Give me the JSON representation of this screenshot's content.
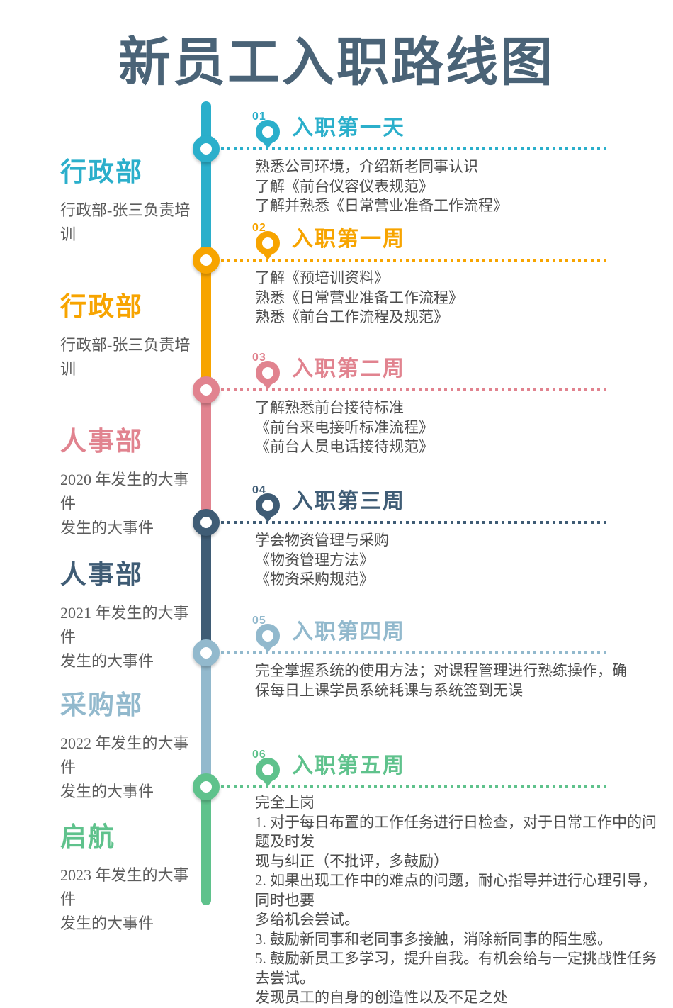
{
  "page": {
    "title": "新员工入职路线图",
    "title_color": "#4A6377"
  },
  "colors": {
    "stage1_teal": "#2BAFCB",
    "stage2_orange": "#F7A400",
    "stage3_pink": "#E1838F",
    "stage4_darkslate": "#3F5C75",
    "stage5_steelblue": "#92B9CD",
    "stage6_green": "#5FC28C",
    "body_text": "#4D4D4D",
    "subtitle_text": "#5C5C5C"
  },
  "stages": [
    {
      "number": "01",
      "title": "入职第一天",
      "color": "#2BAFCB",
      "body": [
        "熟悉公司环境，介绍新老同事认识",
        "了解《前台仪容仪表规范》",
        "了解并熟悉《日常营业准备工作流程》"
      ]
    },
    {
      "number": "02",
      "title": "入职第一周",
      "color": "#F7A400",
      "body": [
        "了解《预培训资料》",
        "熟悉《日常营业准备工作流程》",
        "熟悉《前台工作流程及规范》"
      ]
    },
    {
      "number": "03",
      "title": "入职第二周",
      "color": "#E1838F",
      "body": [
        "了解熟悉前台接待标准",
        "《前台来电接听标准流程》",
        "《前台人员电话接待规范》"
      ]
    },
    {
      "number": "04",
      "title": "入职第三周",
      "color": "#3F5C75",
      "body": [
        "学会物资管理与采购",
        "《物资管理方法》",
        "《物资采购规范》"
      ]
    },
    {
      "number": "05",
      "title": "入职第四周",
      "color": "#92B9CD",
      "body": [
        "完全掌握系统的使用方法；对课程管理进行熟练操作，确",
        "保每日上课学员系统耗课与系统签到无误"
      ]
    },
    {
      "number": "06",
      "title": "入职第五周",
      "color": "#5FC28C",
      "body": [
        "完全上岗",
        "1. 对于每日布置的工作任务进行日检查，对于日常工作中的问题及时发",
        "现与纠正（不批评，多鼓励）",
        "2. 如果出现工作中的难点的问题，耐心指导并进行心理引导，同时也要",
        "多给机会尝试。",
        "3. 鼓励新同事和老同事多接触，消除新同事的陌生感。",
        "5. 鼓励新员工多学习，提升自我。有机会给与一定挑战性任务去尝试。",
        "发现员工的自身的创造性以及不足之处"
      ]
    }
  ],
  "departments": [
    {
      "name": "行政部",
      "color": "#2BAFCB",
      "desc": [
        "行政部-张三负责培",
        "训"
      ]
    },
    {
      "name": "行政部",
      "color": "#F7A400",
      "desc": [
        "行政部-张三负责培",
        "训"
      ]
    },
    {
      "name": "人事部",
      "color": "#E1838F",
      "desc": [
        "2020 年发生的大事件",
        "发生的大事件"
      ]
    },
    {
      "name": "人事部",
      "color": "#3F5C75",
      "desc": [
        "2021 年发生的大事件",
        "发生的大事件"
      ]
    },
    {
      "name": "采购部",
      "color": "#92B9CD",
      "desc": [
        "2022 年发生的大事件",
        "发生的大事件"
      ]
    },
    {
      "name": "启航",
      "color": "#5FC28C",
      "desc": [
        "2023 年发生的大事件",
        "发生的大事件"
      ]
    }
  ]
}
